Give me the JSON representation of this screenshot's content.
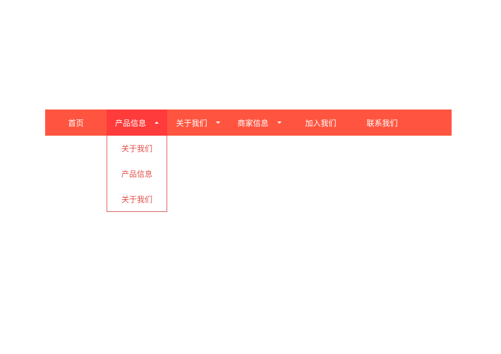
{
  "nav": {
    "items": [
      {
        "label": "首页",
        "has_dropdown": false
      },
      {
        "label": "产品信息",
        "has_dropdown": true,
        "expanded": true
      },
      {
        "label": "关于我们",
        "has_dropdown": true
      },
      {
        "label": "商家信息",
        "has_dropdown": true
      },
      {
        "label": "加入我们",
        "has_dropdown": false
      },
      {
        "label": "联系我们",
        "has_dropdown": false
      }
    ]
  },
  "dropdown": {
    "items": [
      {
        "label": "关于我们"
      },
      {
        "label": "产品信息"
      },
      {
        "label": "关于我们"
      }
    ]
  },
  "colors": {
    "nav_bg": "#ff5540",
    "nav_active_bg": "#ff3b3b",
    "dropdown_text": "#e0504a",
    "dropdown_border": "#e06a6a"
  }
}
